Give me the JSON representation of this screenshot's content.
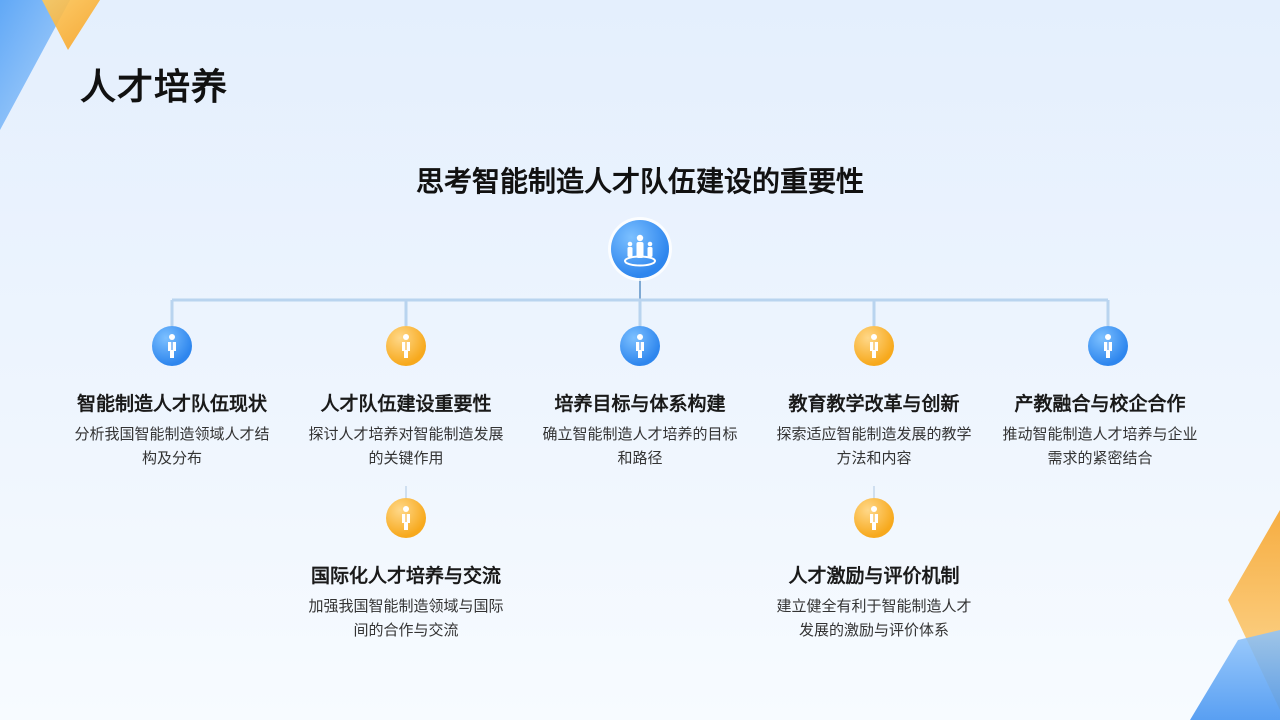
{
  "page": {
    "title": "人才培养",
    "subtitle": "思考智能制造人才队伍建设的重要性"
  },
  "colors": {
    "blue_node": "#2e86ee",
    "orange_node": "#f7a91d",
    "connector": "#b9d4ef"
  },
  "root_icon": "team-people-icon",
  "nodes": [
    {
      "title": "智能制造人才队伍现状",
      "desc": "分析我国智能制造领域人才结构及分布",
      "color": "blue",
      "icon": "person-icon"
    },
    {
      "title": "人才队伍建设重要性",
      "desc": "探讨人才培养对智能制造发展的关键作用",
      "color": "orange",
      "icon": "person-icon"
    },
    {
      "title": "培养目标与体系构建",
      "desc": "确立智能制造人才培养的目标和路径",
      "color": "blue",
      "icon": "person-icon"
    },
    {
      "title": "教育教学改革与创新",
      "desc": "探索适应智能制造发展的教学方法和内容",
      "color": "orange",
      "icon": "person-icon"
    },
    {
      "title": "产教融合与校企合作",
      "desc": "推动智能制造人才培养与企业需求的紧密结合",
      "color": "blue",
      "icon": "person-icon"
    }
  ],
  "sub_nodes": [
    {
      "title": "国际化人才培养与交流",
      "desc": "加强我国智能制造领域与国际间的合作与交流",
      "color": "orange",
      "icon": "person-icon"
    },
    {
      "title": "人才激励与评价机制",
      "desc": "建立健全有利于智能制造人才发展的激励与评价体系",
      "color": "orange",
      "icon": "person-icon"
    }
  ]
}
